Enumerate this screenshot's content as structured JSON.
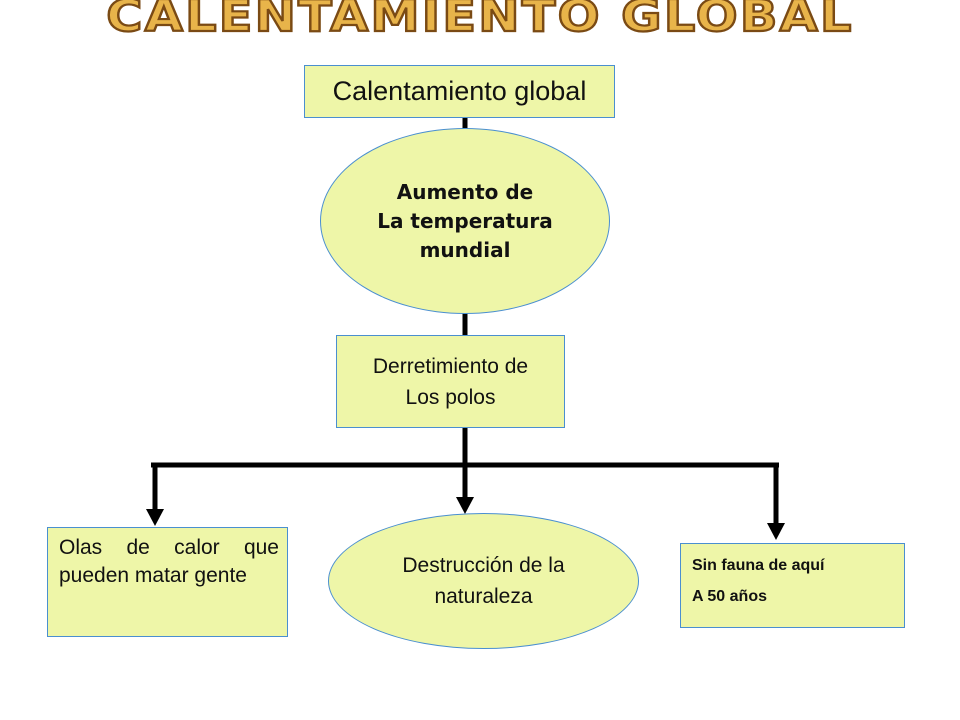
{
  "title": "CALENTAMIENTO GLOBAL",
  "colors": {
    "node_fill": "#eef6a8",
    "node_border": "#4a8fd0",
    "connector": "#000000",
    "title_fill": "#e8b44a",
    "title_outline": "#7a4a14"
  },
  "nodes": {
    "root": {
      "text": "Calentamiento global"
    },
    "aumento": {
      "lines": [
        "Aumento de",
        "La temperatura",
        "mundial"
      ]
    },
    "derretimiento": {
      "lines": [
        "Derretimiento de",
        "Los polos"
      ]
    },
    "olas": {
      "text": "Olas de calor que pueden matar gente"
    },
    "destruccion": {
      "lines": [
        "Destrucción de la",
        "naturaleza"
      ]
    },
    "fauna": {
      "lines": [
        "Sin fauna de aquí",
        "A 50 años"
      ]
    }
  }
}
